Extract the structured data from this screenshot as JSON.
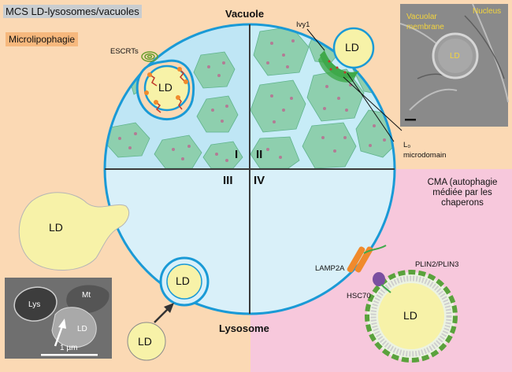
{
  "labels": {
    "title": "MCS LD-lysosomes/vacuoles",
    "microlipophagy": "Microlipophagie",
    "vacuole": "Vacuole",
    "lysosome": "Lysosome",
    "cma": "CMA (autophagie médiée par les chaperons",
    "escrts": "ESCRTs",
    "ivy1": "Ivy1",
    "lo_microdomain_1": "L₀",
    "lo_microdomain_2": "microdomain",
    "lamp2a": "LAMP2A",
    "hsc70": "HSC70",
    "plin": "PLIN2/PLIN3",
    "ld": "LD",
    "quadrant_1": "I",
    "quadrant_2": "II",
    "quadrant_3": "III",
    "quadrant_4": "IV"
  },
  "micrograph_top": {
    "vacuolar_membrane_1": "Vacuolar",
    "vacuolar_membrane_2": "membrane",
    "nucleus": "Nucleus",
    "ld": "LD"
  },
  "micrograph_bottom": {
    "lys": "Lys",
    "mt": "Mt",
    "ld": "LD",
    "scale": "1 µm"
  },
  "colors": {
    "background": "#fbd9b4",
    "cma_panel": "#f7c8dc",
    "vacuole_fill": "#bfe6f5",
    "vacuole_light": "#d9f0f9",
    "membrane": "#1a9ad6",
    "ld_fill": "#f7f2a8",
    "microdomain": "#8ecfae",
    "ivy1": "#3fa94a",
    "lamp2a": "#f08a2c",
    "hsc70": "#7a4fa0"
  }
}
